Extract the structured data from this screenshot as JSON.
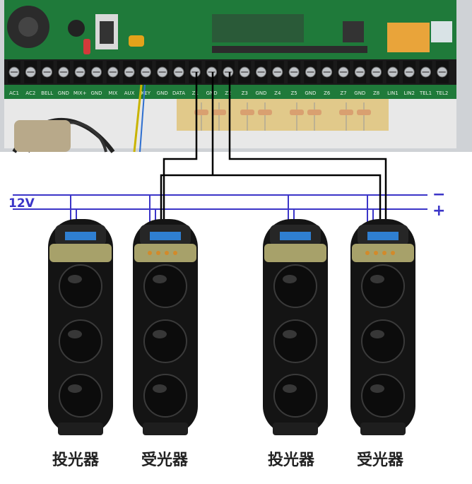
{
  "voltage_label": "12V",
  "rail_negative_symbol": "−",
  "rail_positive_symbol": "+",
  "terminal_labels": [
    "AC1",
    "AC2",
    "BELL",
    "GND",
    "MIX+",
    "GND",
    "MIX",
    "AUX",
    "KEY",
    "GND",
    "DATA",
    "Z1",
    "GND",
    "Z2",
    "Z3",
    "GND",
    "Z4",
    "Z5",
    "GND",
    "Z6",
    "Z7",
    "GND",
    "Z8",
    "LIN1",
    "LIN2",
    "TEL1",
    "TEL2"
  ],
  "detectors": [
    {
      "label": "投光器"
    },
    {
      "label": "受光器"
    },
    {
      "label": "投光器"
    },
    {
      "label": "受光器"
    }
  ],
  "colors": {
    "pcb_green": "#1f7a3a",
    "signal_wire": "#000000",
    "power_wire": "#3b35c8",
    "detector_body": "#141414"
  }
}
